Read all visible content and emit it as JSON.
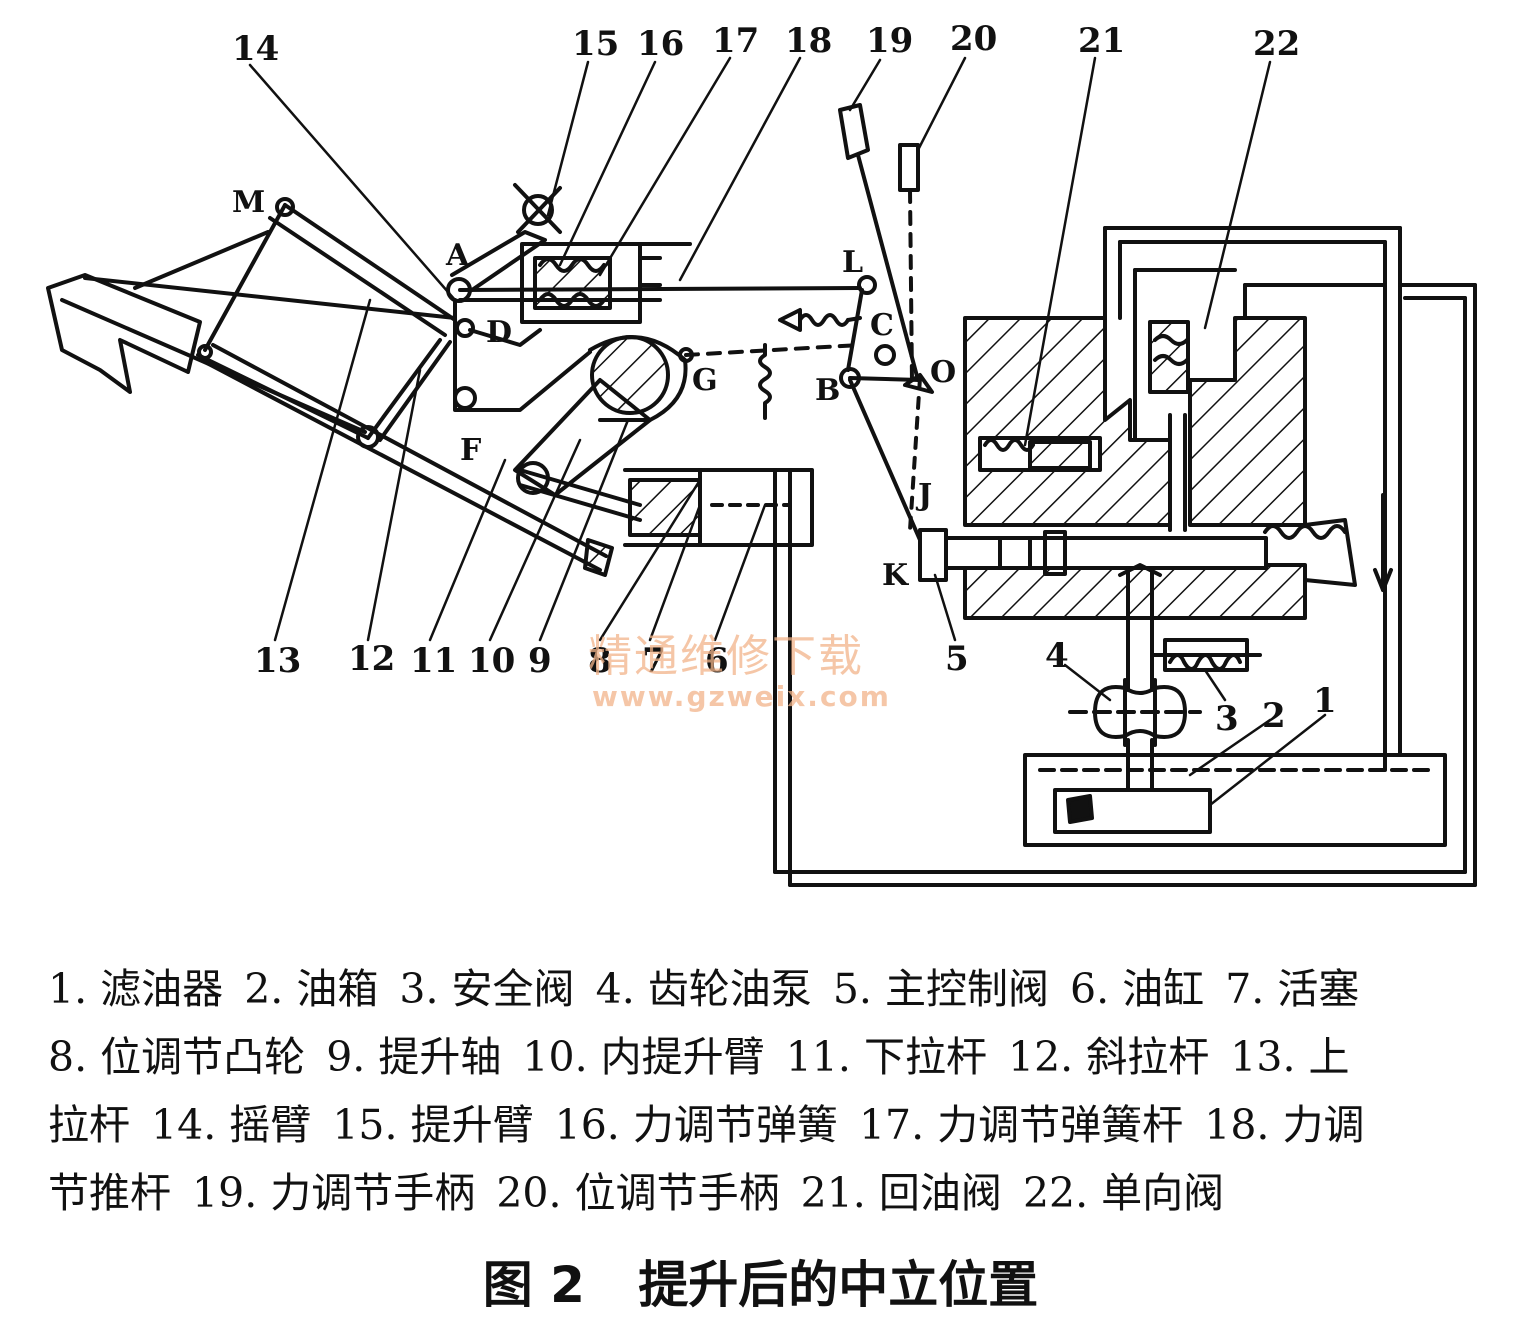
{
  "diagram": {
    "part_numbers": [
      "1",
      "2",
      "3",
      "4",
      "5",
      "6",
      "7",
      "8",
      "9",
      "10",
      "11",
      "12",
      "13",
      "14",
      "15",
      "16",
      "17",
      "18",
      "19",
      "20",
      "21",
      "22"
    ],
    "point_labels": [
      "M",
      "A",
      "D",
      "F",
      "G",
      "L",
      "C",
      "B",
      "O",
      "J",
      "K"
    ]
  },
  "watermark": {
    "text": "精通维修下载",
    "url": "www.gzweix.com"
  },
  "caption": {
    "lines": [
      [
        "1. 滤油器",
        "2. 油箱",
        "3. 安全阀",
        "4. 齿轮油泵",
        "5. 主控制阀",
        "6. 油缸",
        "7. 活塞"
      ],
      [
        "8. 位调节凸轮",
        "9. 提升轴",
        "10. 内提升臂",
        "11. 下拉杆",
        "12. 斜拉杆",
        "13. 上"
      ],
      [
        "拉杆",
        "14. 摇臂",
        "15. 提升臂",
        "16. 力调节弹簧",
        "17. 力调节弹簧杆",
        "18. 力调"
      ],
      [
        "节推杆",
        "19. 力调节手柄",
        "20. 位调节手柄",
        "21. 回油阀",
        "22. 单向阀"
      ]
    ]
  },
  "figure": {
    "number": "图 2",
    "title": "提升后的中立位置"
  }
}
